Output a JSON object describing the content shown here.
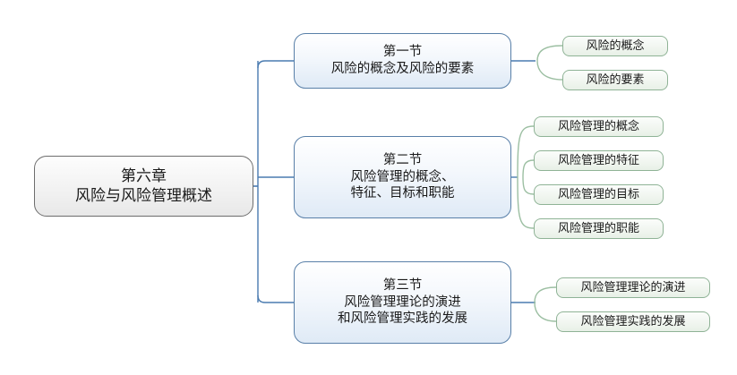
{
  "diagram": {
    "type": "mind-map",
    "title": "第六章 风险与风险管理概述",
    "colors": {
      "background": "#ffffff",
      "root_border": "#6d6d6d",
      "root_fill": "#f2f2f2",
      "section_border": "#587fa8",
      "section_fill": "#e9f1f9",
      "leaf_border": "#8fb396",
      "leaf_fill": "#eef4ed",
      "connector_blue": "#4a7bb0",
      "connector_green": "#9cbfa2",
      "text": "#1a1a1a"
    }
  },
  "root": {
    "line1": "第六章",
    "line2": "风险与风险管理概述"
  },
  "sections": [
    {
      "line1": "第一节",
      "line2": "风险的概念及风险的要素",
      "line3": "",
      "leaves": [
        {
          "label": "风险的概念"
        },
        {
          "label": "风险的要素"
        }
      ]
    },
    {
      "line1": "第二节",
      "line2": "风险管理的概念、",
      "line3": "特征、目标和职能",
      "leaves": [
        {
          "label": "风险管理的概念"
        },
        {
          "label": "风险管理的特征"
        },
        {
          "label": "风险管理的目标"
        },
        {
          "label": "风险管理的职能"
        }
      ]
    },
    {
      "line1": "第三节",
      "line2": "风险管理理论的演进",
      "line3": "和风险管理实践的发展",
      "leaves": [
        {
          "label": "风险管理理论的演进"
        },
        {
          "label": "风险管理实践的发展"
        }
      ]
    }
  ]
}
